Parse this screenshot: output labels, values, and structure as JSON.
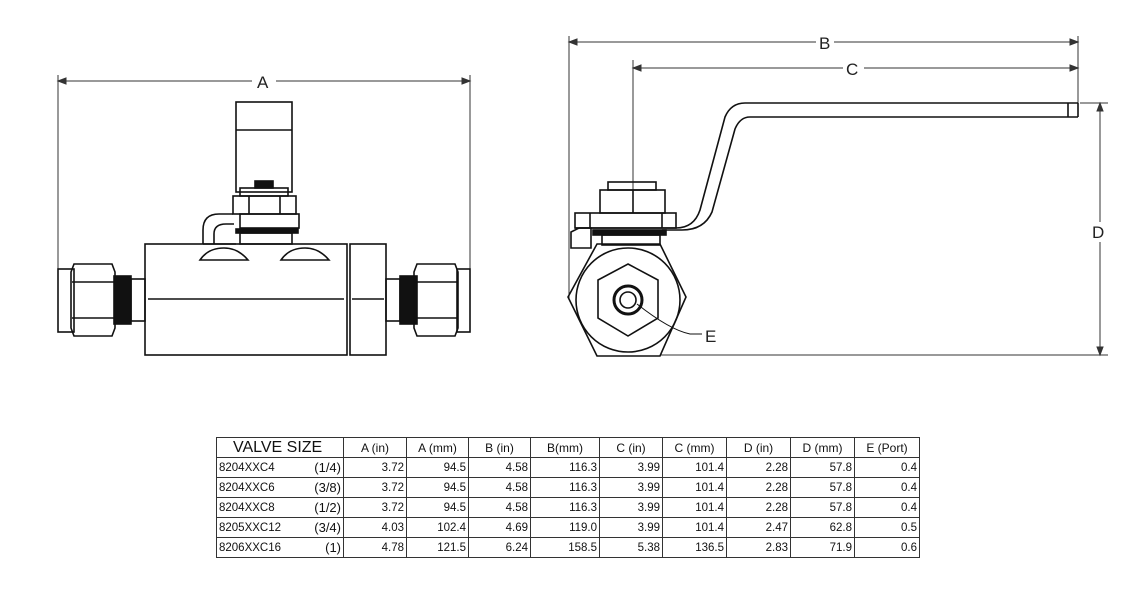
{
  "dimensions": {
    "A": "A",
    "B": "B",
    "C": "C",
    "D": "D",
    "E": "E"
  },
  "table": {
    "headers": [
      "VALVE SIZE",
      "A (in)",
      "A (mm)",
      "B (in)",
      "B(mm)",
      "C (in)",
      "C (mm)",
      "D (in)",
      "D (mm)",
      "E (Port)"
    ],
    "rows": [
      {
        "model": "8204XXC4",
        "size": "(1/4)",
        "values": [
          "3.72",
          "94.5",
          "4.58",
          "116.3",
          "3.99",
          "101.4",
          "2.28",
          "57.8",
          "0.4"
        ]
      },
      {
        "model": "8204XXC6",
        "size": "(3/8)",
        "values": [
          "3.72",
          "94.5",
          "4.58",
          "116.3",
          "3.99",
          "101.4",
          "2.28",
          "57.8",
          "0.4"
        ]
      },
      {
        "model": "8204XXC8",
        "size": "(1/2)",
        "values": [
          "3.72",
          "94.5",
          "4.58",
          "116.3",
          "3.99",
          "101.4",
          "2.28",
          "57.8",
          "0.4"
        ]
      },
      {
        "model": "8205XXC12",
        "size": "(3/4)",
        "values": [
          "4.03",
          "102.4",
          "4.69",
          "119.0",
          "3.99",
          "101.4",
          "2.47",
          "62.8",
          "0.5"
        ]
      },
      {
        "model": "8206XXC16",
        "size": "(1)",
        "values": [
          "4.78",
          "121.5",
          "6.24",
          "158.5",
          "5.38",
          "136.5",
          "2.83",
          "71.9",
          "0.6"
        ]
      }
    ]
  }
}
